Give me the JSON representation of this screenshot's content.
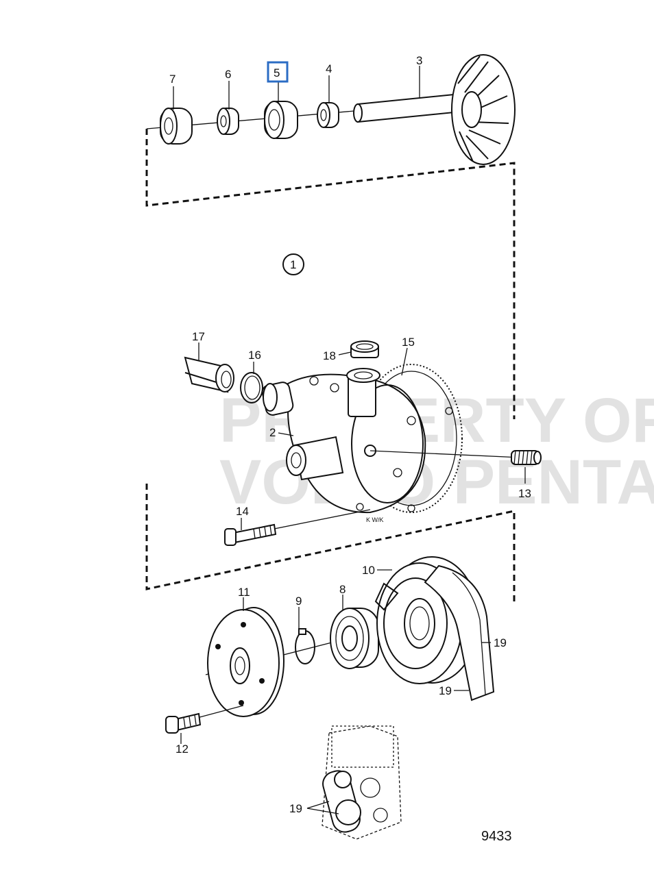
{
  "labels": {
    "p1": "1",
    "p2": "2",
    "p3": "3",
    "p4": "4",
    "p5": "5",
    "p6": "6",
    "p7": "7",
    "p8": "8",
    "p9": "9",
    "p10": "10",
    "p11": "11",
    "p12": "12",
    "p13": "13",
    "p14": "14",
    "p15": "15",
    "p16": "16",
    "p17": "17",
    "p18": "18",
    "p19a": "19",
    "p19b": "19",
    "p19c": "19"
  },
  "highlight": {
    "part": "5",
    "color": "#2b6cc4"
  },
  "figure_number": "9433",
  "watermark": {
    "line1": "PROPERTY OF",
    "line2": "VOLVO PENTA"
  },
  "casting_mark": "K W/K",
  "colors": {
    "ink": "#111111",
    "watermark": "#d9d9d9",
    "highlight": "#2b6cc4"
  }
}
